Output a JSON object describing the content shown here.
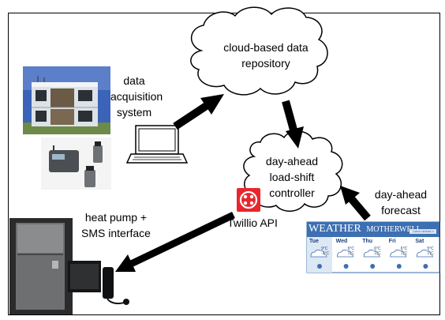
{
  "nodes": {
    "data_acquisition": [
      "data",
      "acquisition",
      "system"
    ],
    "cloud_repository": [
      "cloud-based data",
      "repository"
    ],
    "controller": [
      "day-ahead",
      "load-shift",
      "controller"
    ],
    "forecast": [
      "day-ahead",
      "forecast"
    ],
    "heat_pump": [
      "heat pump +",
      "SMS interface"
    ],
    "twilio": "Twillio API"
  },
  "weather_widget": {
    "title": "WEATHER",
    "location": "MOTHERWELL",
    "button": "Twitter ahead »",
    "days": [
      {
        "day": "Tue",
        "high": "9°C",
        "low": "-1°C"
      },
      {
        "day": "Wed",
        "high": "6°C",
        "low": "1°C"
      },
      {
        "day": "Thu",
        "high": "6°C",
        "low": "1°C"
      },
      {
        "day": "Fri",
        "high": "6°C",
        "low": "1°C"
      },
      {
        "day": "Sat",
        "high": "5°C",
        "low": "1°C"
      }
    ]
  },
  "colors": {
    "building_wall": "#dde2e6",
    "building_wood": "#6b5a46",
    "sky": "#3b63b8",
    "twilio_red": "#e8262c",
    "weather_blue": "#3d6fb2",
    "heat_pump": "#2a2b2c"
  }
}
